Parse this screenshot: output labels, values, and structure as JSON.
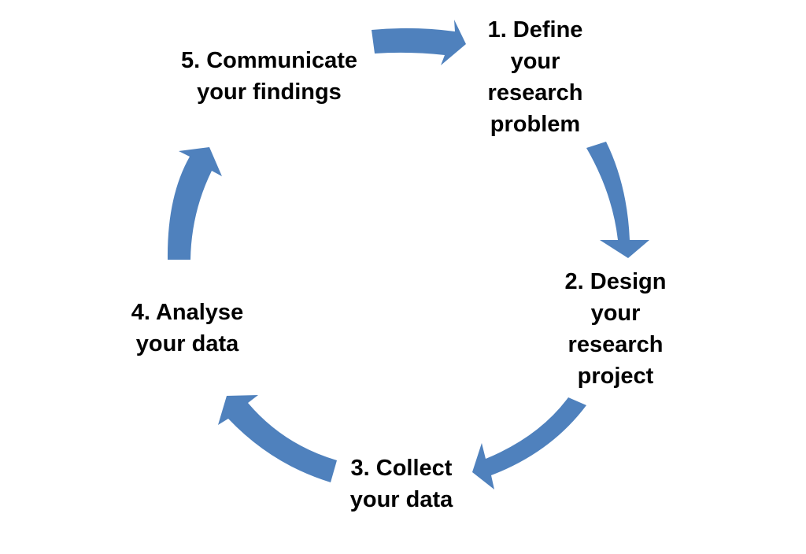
{
  "title": "Research cycle",
  "arrow_color": "#4f81bd",
  "steps": [
    {
      "lines": [
        "1. Define",
        "your",
        "research",
        "problem"
      ]
    },
    {
      "lines": [
        "2. Design",
        "your",
        "research",
        "project"
      ]
    },
    {
      "lines": [
        "3. Collect",
        "your data"
      ]
    },
    {
      "lines": [
        "4. Analyse",
        "your data"
      ]
    },
    {
      "lines": [
        "5. Communicate",
        "your findings"
      ]
    }
  ]
}
